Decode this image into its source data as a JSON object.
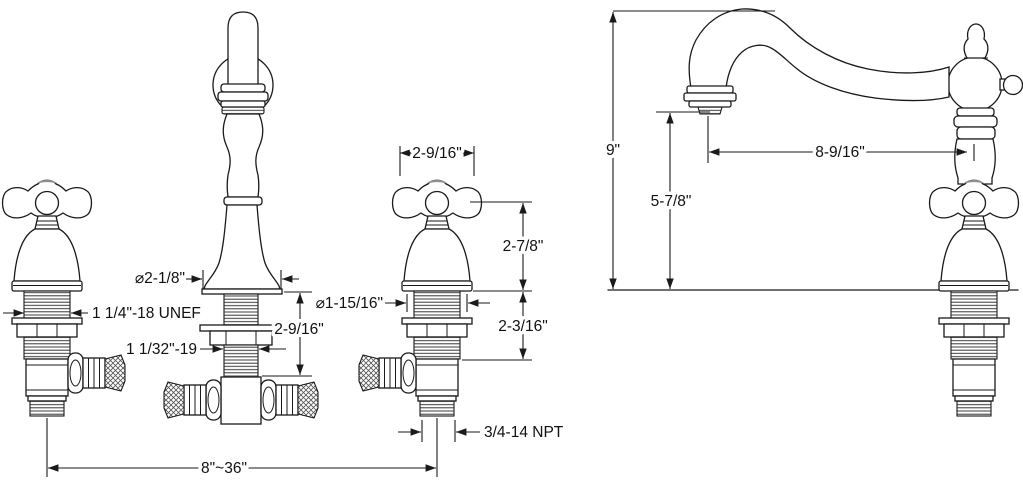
{
  "drawing": {
    "type": "faucet-installation-dimension-diagram",
    "colors": {
      "line": "#1a1a1a",
      "background": "#ffffff",
      "shade": "#8f8f8f"
    },
    "front_view": {
      "dia_spout": "⌀2-1/8\"",
      "thread_unef": "1 1/4\"-18 UNEF",
      "thread_spout_shank": "1 1/32\"-19",
      "spout_shank_height": "2-9/16\"",
      "dia_handle_shank": "⌀1-15/16\"",
      "handle_width": "2-9/16\"",
      "handle_height": "2-7/8\"",
      "handle_shank_height": "2-3/16\"",
      "thread_npt": "3/4-14 NPT",
      "center_spread": "8\"~36\""
    },
    "side_view": {
      "overall_height": "9\"",
      "spout_outlet_height": "5-7/8\"",
      "spout_reach": "8-9/16\""
    }
  }
}
